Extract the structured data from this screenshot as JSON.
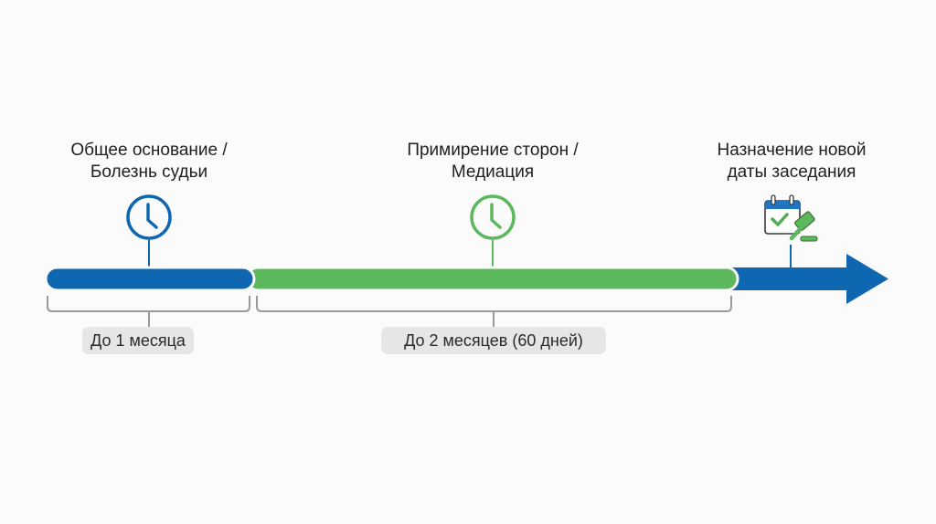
{
  "colors": {
    "blue": "#0f67b1",
    "green": "#5cb85c",
    "bracket": "#9a9a9a",
    "pill_bg": "#e6e6e6",
    "text": "#1f1f1f"
  },
  "stages": [
    {
      "title": "Общее основание /\nБолезнь судьи",
      "icon": "clock-icon",
      "color": "blue",
      "duration_label": "До 1 месяца"
    },
    {
      "title": "Примирение сторон /\nМедиация",
      "icon": "clock-icon",
      "color": "green",
      "duration_label": "До 2 месяцев (60 дней)"
    },
    {
      "title": "Назначение новой\nдаты заседания",
      "icon": "calendar-gavel-icon",
      "color": "blue"
    }
  ]
}
